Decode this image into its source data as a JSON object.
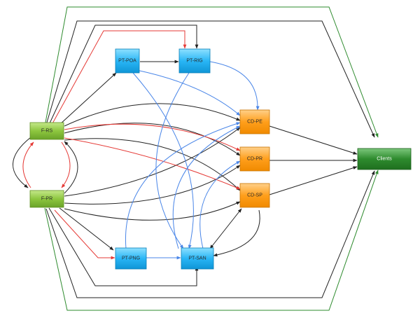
{
  "nodes": [
    {
      "id": "frs",
      "label": "F-RS",
      "kind": "green"
    },
    {
      "id": "fpr",
      "label": "F-PR",
      "kind": "green"
    },
    {
      "id": "ptpoa",
      "label": "PT-POA",
      "kind": "blue"
    },
    {
      "id": "ptrig",
      "label": "PT-RIG",
      "kind": "blue"
    },
    {
      "id": "ptpng",
      "label": "PT-PNG",
      "kind": "blue"
    },
    {
      "id": "ptsan",
      "label": "PT-SAN",
      "kind": "blue"
    },
    {
      "id": "cdpe",
      "label": "CD-PE",
      "kind": "orange"
    },
    {
      "id": "cdpr",
      "label": "CD-PR",
      "kind": "orange"
    },
    {
      "id": "cdsp",
      "label": "CD-SP",
      "kind": "orange"
    },
    {
      "id": "clients",
      "label": "Clients",
      "kind": "darkgreen"
    }
  ],
  "colors": {
    "black_edge": "#222222",
    "red_edge": "#e53935",
    "blue_edge": "#4a86e8",
    "green_edge": "#2e8b2e",
    "green_node": "#8dc63f",
    "blue_node": "#29b6f6",
    "orange_node": "#ff9f1c",
    "darkgreen_node": "#2e8b2e"
  }
}
